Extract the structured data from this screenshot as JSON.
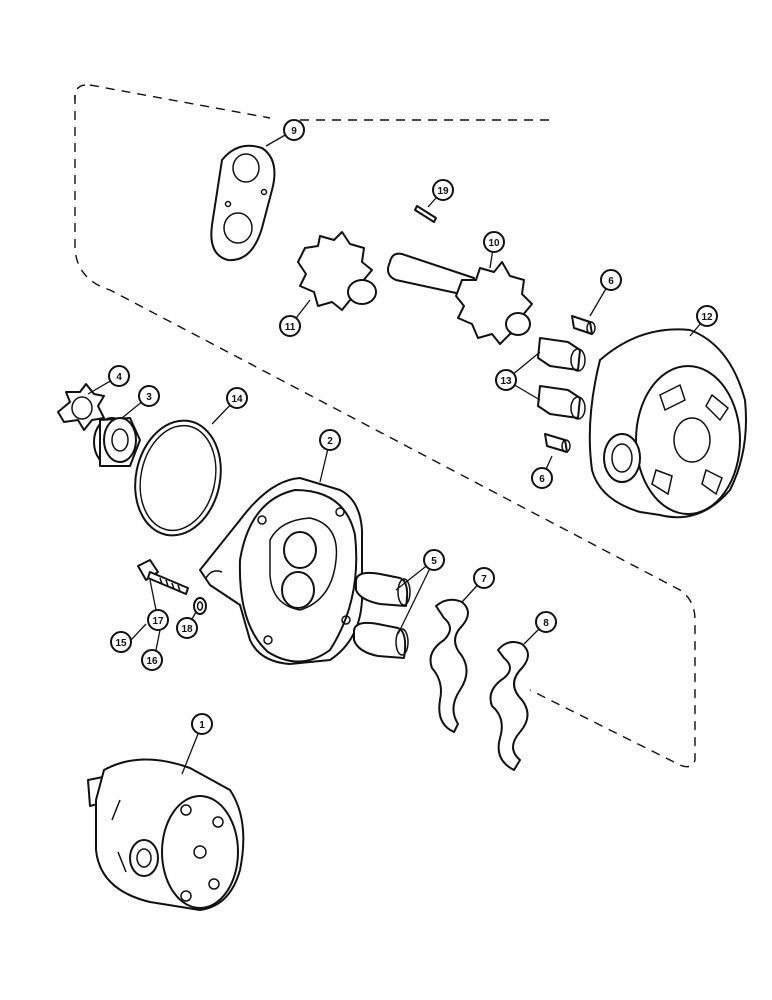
{
  "callouts": [
    {
      "label": "1"
    },
    {
      "label": "2"
    },
    {
      "label": "3"
    },
    {
      "label": "4"
    },
    {
      "label": "5"
    },
    {
      "label": "6"
    },
    {
      "label": "6"
    },
    {
      "label": "7"
    },
    {
      "label": "8"
    },
    {
      "label": "9"
    },
    {
      "label": "10"
    },
    {
      "label": "11"
    },
    {
      "label": "12"
    },
    {
      "label": "13"
    },
    {
      "label": "14"
    },
    {
      "label": "15"
    },
    {
      "label": "16"
    },
    {
      "label": "17"
    },
    {
      "label": "18"
    },
    {
      "label": "19"
    }
  ]
}
